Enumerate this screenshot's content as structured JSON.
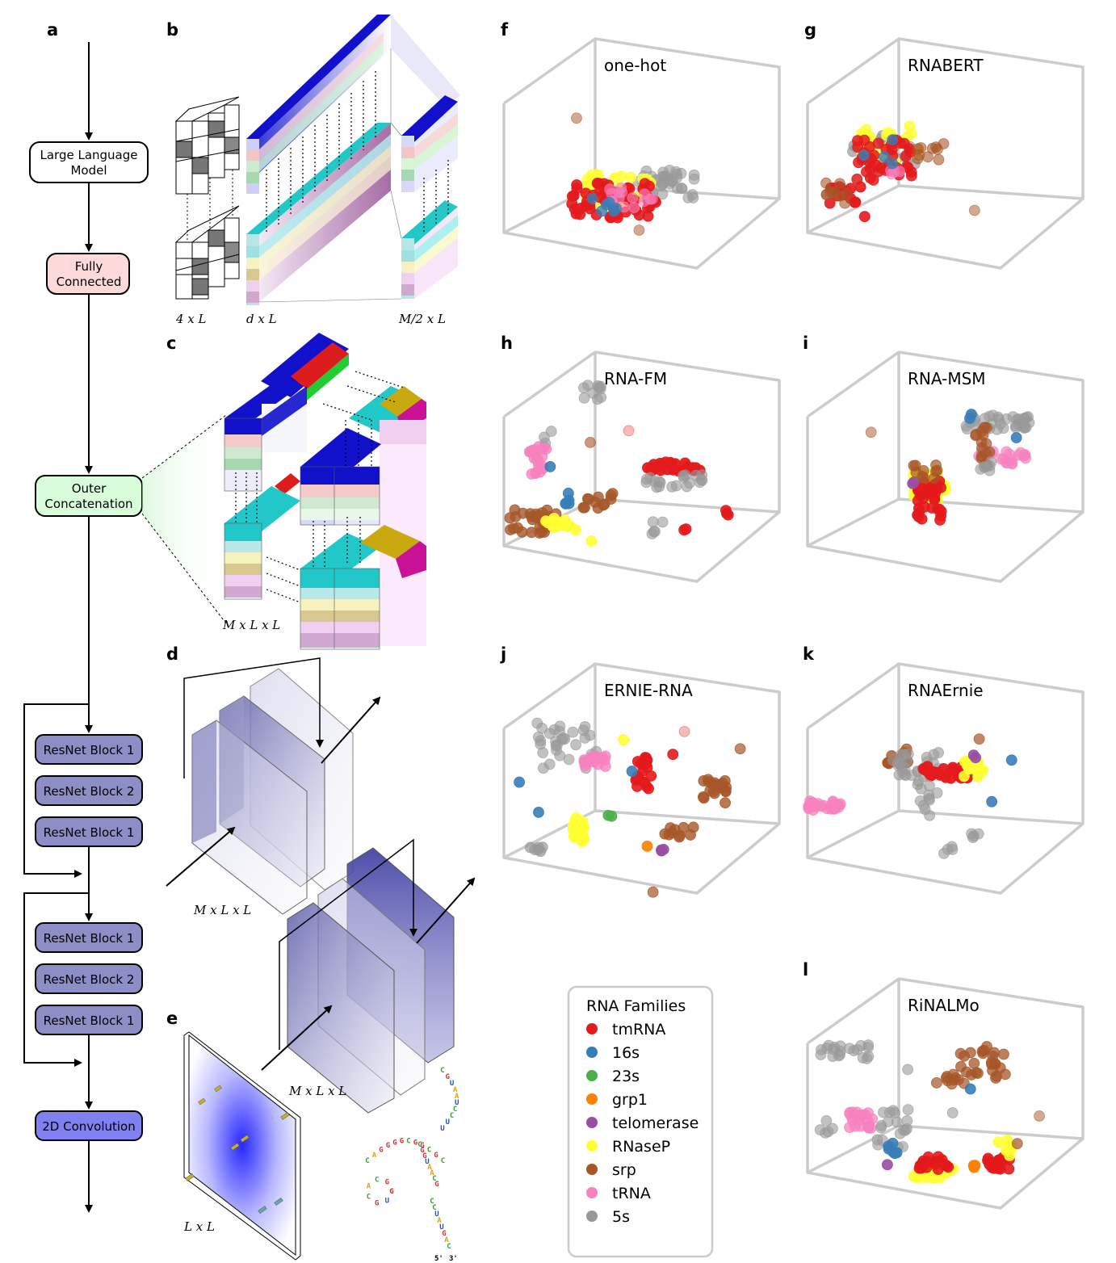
{
  "panel_letters": {
    "a": "a",
    "b": "b",
    "c": "c",
    "d": "d",
    "e": "e",
    "f": "f",
    "g": "g",
    "h": "h",
    "i": "i",
    "j": "j",
    "k": "k",
    "l": "l"
  },
  "pipeline": {
    "llm": [
      "Large Language",
      "Model"
    ],
    "fc": [
      "Fully",
      "Connected"
    ],
    "outer": [
      "Outer",
      "Concatenation"
    ],
    "resnet1": "ResNet Block 1",
    "resnet2": "ResNet Block 2",
    "conv": "2D Convolution"
  },
  "dims": {
    "b1": "4 x L",
    "b2": "d x L",
    "b3": "M/2 x L",
    "c": "M x L x L",
    "d1": "M x L x L",
    "d2": "M x L x L",
    "e": "L x L",
    "five_prime": "5'",
    "three_prime": "3'"
  },
  "colors": {
    "tmRNA": "#e41a1c",
    "16s": "#377eb8",
    "23s": "#4daf4a",
    "grp1": "#ff7f00",
    "telomerase": "#984ea3",
    "RNaseP": "#ffff33",
    "srp": "#a65628",
    "tRNA": "#f781bf",
    "5s": "#999999",
    "box_llm": "#ffffff",
    "box_fc": "#fdd9d9",
    "box_outer": "#d9fdd9",
    "box_resnet": "#8e8ec6",
    "box_conv": "#8080f0"
  },
  "legend": {
    "title": "RNA Families",
    "items": [
      "tmRNA",
      "16s",
      "23s",
      "grp1",
      "telomerase",
      "RNaseP",
      "srp",
      "tRNA",
      "5s"
    ]
  },
  "plots": [
    {
      "id": "f",
      "title": "one-hot"
    },
    {
      "id": "g",
      "title": "RNABERT"
    },
    {
      "id": "h",
      "title": "RNA-FM"
    },
    {
      "id": "i",
      "title": "RNA-MSM"
    },
    {
      "id": "j",
      "title": "ERNIE-RNA"
    },
    {
      "id": "k",
      "title": "RNAErnie"
    },
    {
      "id": "l",
      "title": "RiNALMo"
    }
  ]
}
